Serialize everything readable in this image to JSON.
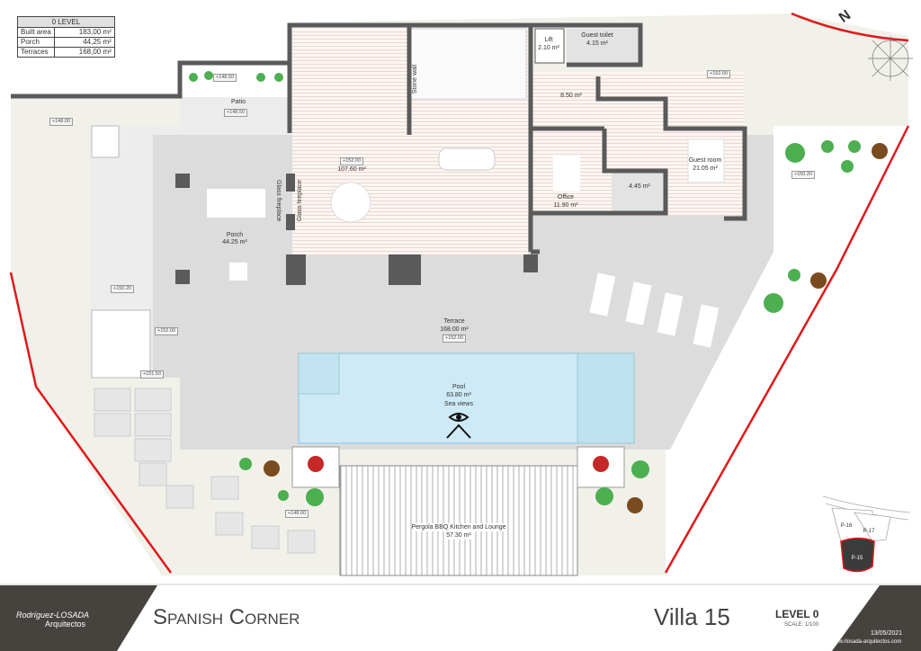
{
  "area_table": {
    "title": "0 LEVEL",
    "rows": [
      {
        "label": "Built area",
        "value": "183,00 m²"
      },
      {
        "label": "Porch",
        "value": "44,25 m²"
      },
      {
        "label": "Terraces",
        "value": "168,00 m²"
      }
    ]
  },
  "rooms": {
    "patio": {
      "name": "Patio",
      "level": "+148.50"
    },
    "planter_level": "+148.50",
    "left_level": "+148.00",
    "living": {
      "level": "+152.00",
      "area": "107.60 m²"
    },
    "stone_wall": "Stone wall",
    "glass_fireplace": "Glass fireplace",
    "porch": {
      "name": "Porch",
      "area": "44.25 m²"
    },
    "lift": {
      "name": "Lift",
      "area": "2.10 m²"
    },
    "guest_toilet": {
      "name": "Guest toilet",
      "area": "4.15 m²"
    },
    "hall": {
      "area": "8.50 m²"
    },
    "garden_level": "+152.00",
    "guest_room": {
      "name": "Guest room",
      "area": "21.05 m²"
    },
    "office": {
      "name": "Office",
      "area": "11.90 m²"
    },
    "bath": {
      "area": "4.45 m²"
    },
    "right_garden_level": "+150.20",
    "left_path_level": "+150.20",
    "terrace": {
      "name": "Terrace",
      "area": "168.00 m²",
      "level": "+152.00"
    },
    "stair_level_1": "+152.00",
    "stair_level_2": "+151.50",
    "pool": {
      "name": "Pool",
      "area": "63.80 m²",
      "note": "Sea views"
    },
    "pergola": {
      "name": "Pergola BBQ Kitchen and Lounge",
      "area": "57.30 m²"
    },
    "lower_level": "+148.00"
  },
  "compass": {
    "label": "N"
  },
  "key_plan": {
    "plots": [
      "P-16",
      "P-17",
      "P-15"
    ]
  },
  "footer": {
    "firm_line1": "Rodríguez-LOSADA",
    "firm_line2": "Arquitectos",
    "project": "Spanish Corner",
    "villa": "Villa 15",
    "level": "LEVEL 0",
    "scale": "SCALE: 1/100",
    "date": "13/05/2021",
    "website": "www.rlosada-arquitectos.com"
  },
  "colors": {
    "wall": "#5a5a5a",
    "pool": "#cdeaf6",
    "terrace": "#dcdcdc",
    "garden": "#efefe6",
    "boundary": "#e0191b",
    "footer": "#46433f"
  }
}
